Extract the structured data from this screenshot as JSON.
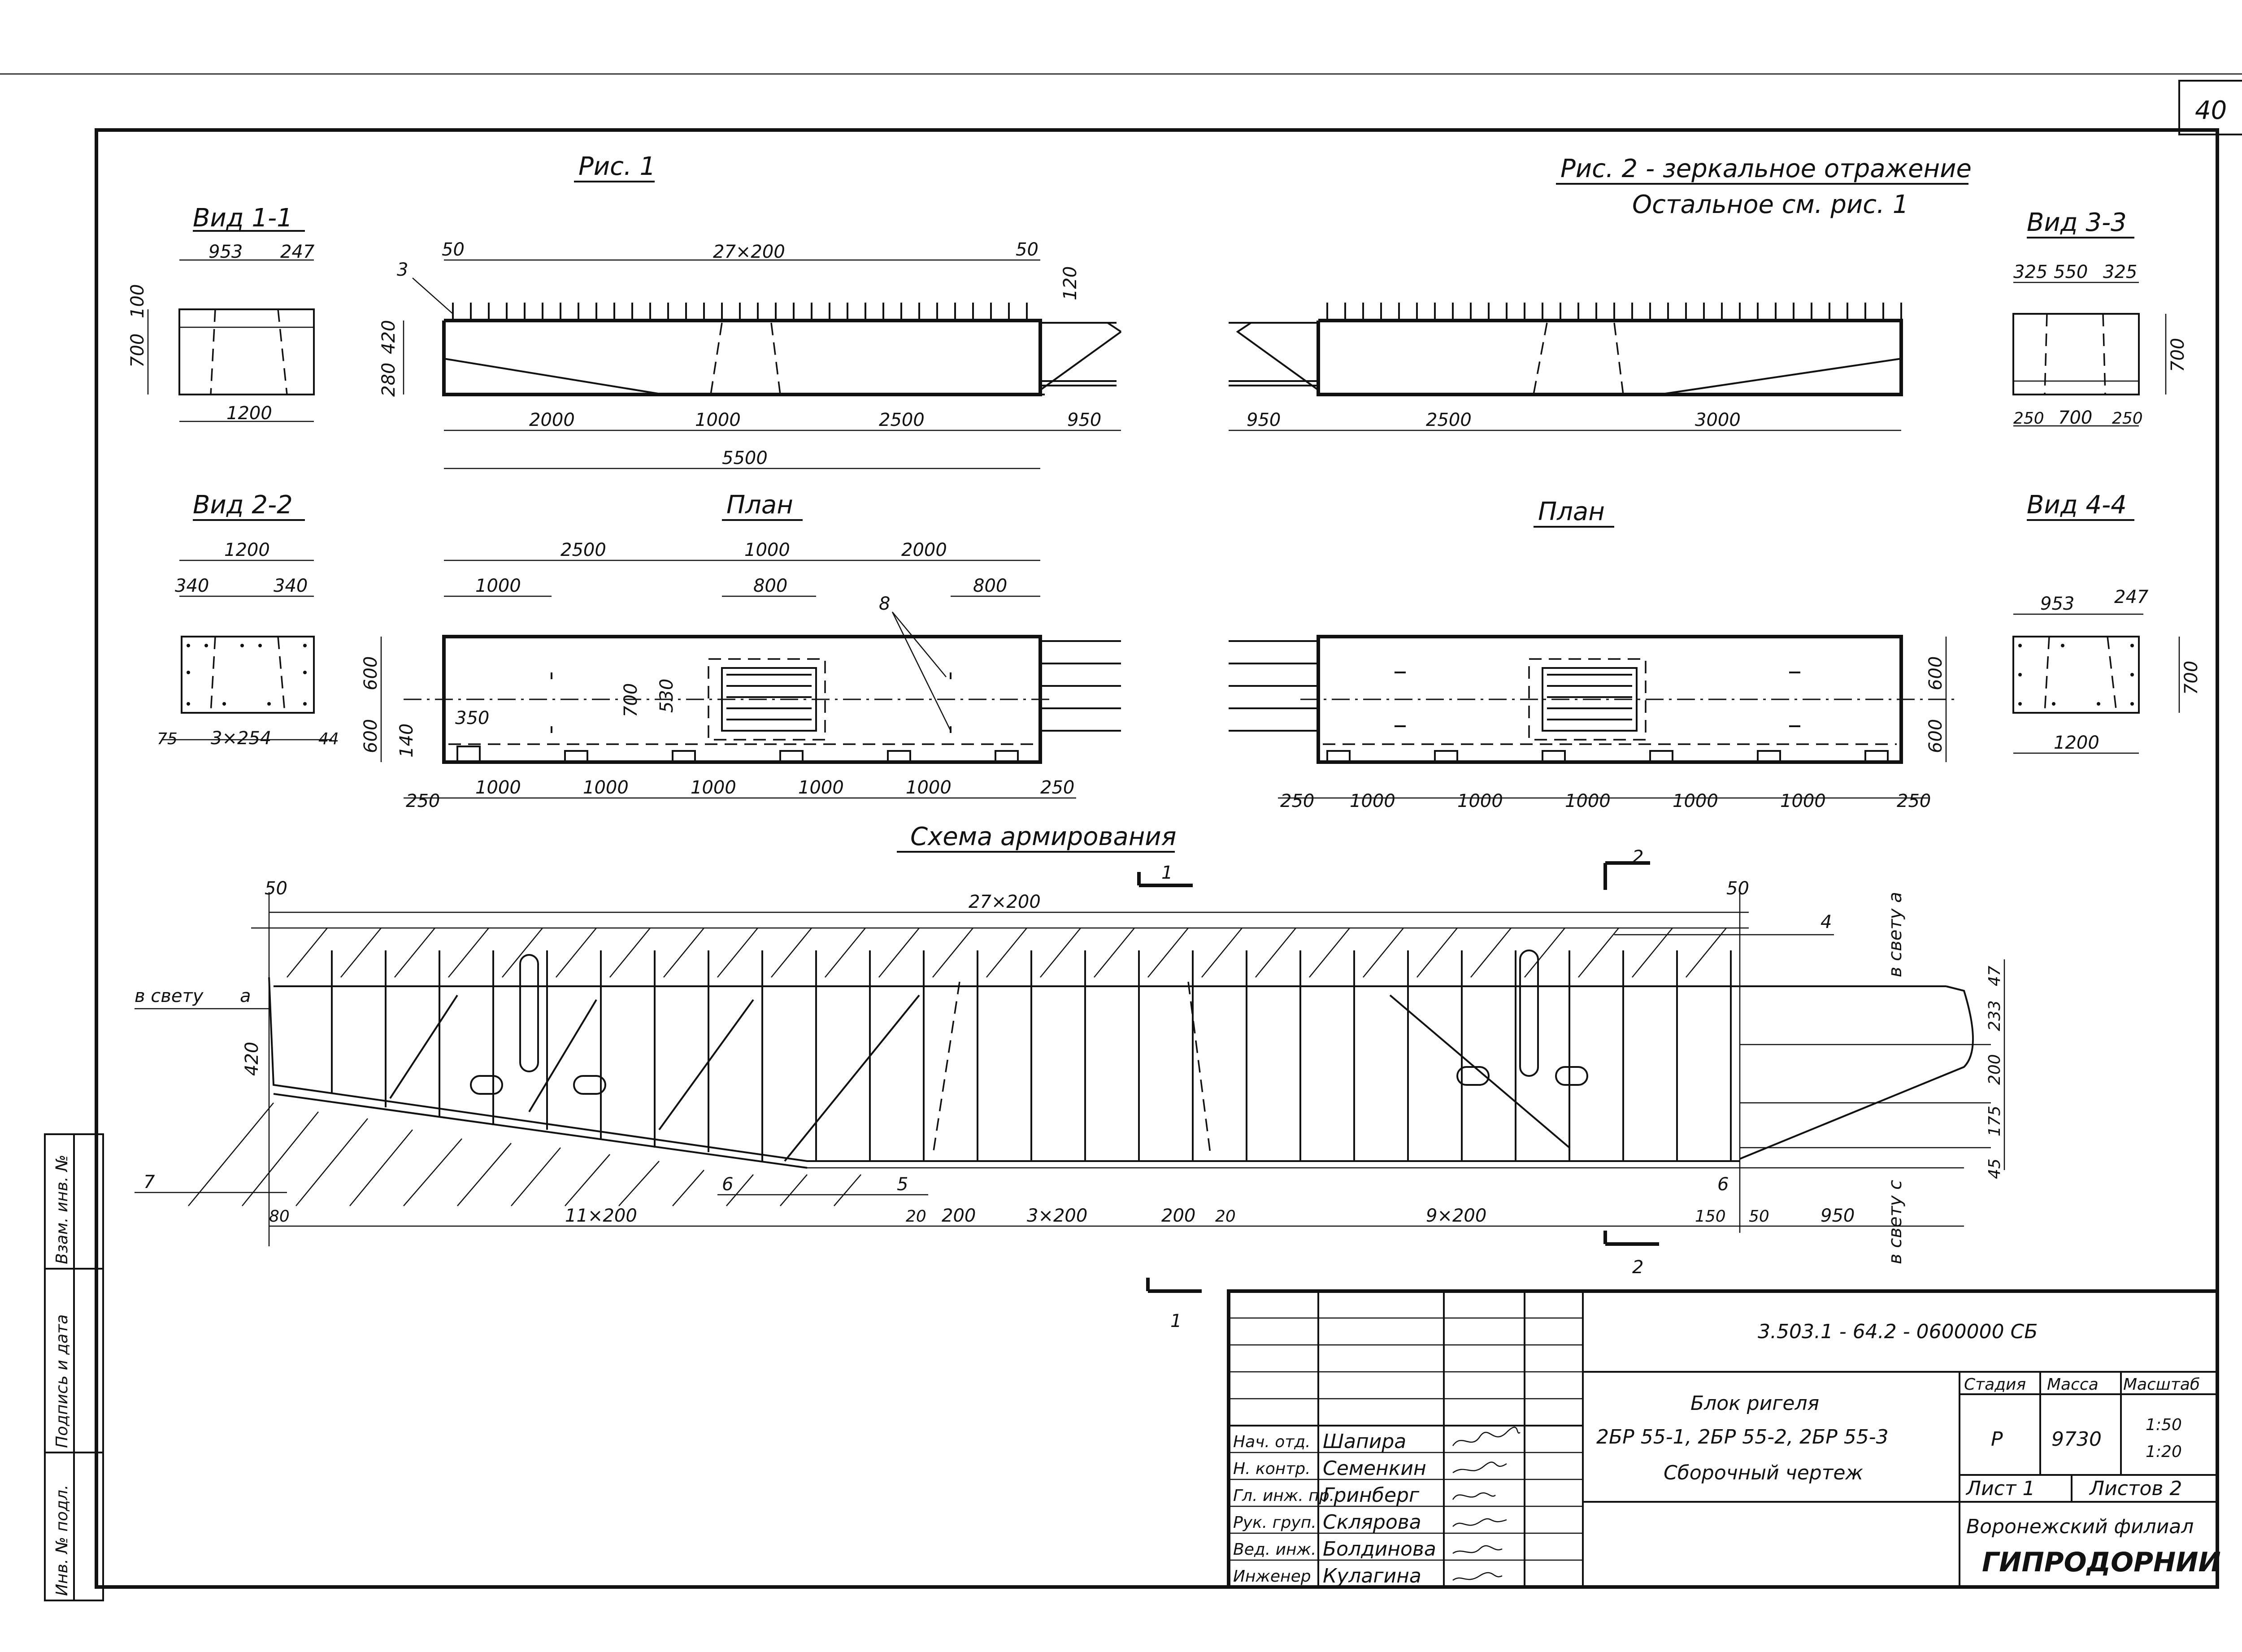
{
  "sheet": {
    "page_number": "40"
  },
  "fig1": {
    "title": "Рис. 1",
    "dims": {
      "d50_left": "50",
      "spacing": "27×200",
      "d50_right": "50",
      "d120": "120",
      "d420": "420",
      "d280": "280",
      "d2000": "2000",
      "d1000": "1000",
      "d2500": "2500",
      "d950": "950",
      "d5500": "5500"
    },
    "callout_3": "3"
  },
  "fig2": {
    "title": "Рис. 2 - зеркальное отражение",
    "subtitle": "Остальное см. рис. 1",
    "dims": {
      "d950": "950",
      "d2500": "2500",
      "d3000": "3000"
    }
  },
  "view11": {
    "title": "Вид 1-1",
    "d953": "953",
    "d247": "247",
    "d100": "100",
    "d700": "700",
    "d1200": "1200"
  },
  "view22": {
    "title": "Вид 2-2",
    "d1200": "1200",
    "d340a": "340",
    "d340b": "340",
    "d75": "75",
    "d3x254": "3×254",
    "d44": "44"
  },
  "view33": {
    "title": "Вид 3-3",
    "d325a": "325",
    "d550": "550",
    "d325b": "325",
    "d700": "700",
    "d250a": "250",
    "d700b": "700",
    "d250b": "250"
  },
  "view44": {
    "title": "Вид 4-4",
    "d953": "953",
    "d247": "247",
    "d700": "700",
    "d1200": "1200"
  },
  "plan1": {
    "title": "План",
    "top": {
      "d2500": "2500",
      "d1000": "1000",
      "d2000": "2000",
      "d1000b": "1000",
      "d800a": "800",
      "d800b": "800"
    },
    "left": {
      "d600a": "600",
      "d600b": "600",
      "d700": "700",
      "d530": "530",
      "d350": "350",
      "d140": "140"
    },
    "callout_8": "8",
    "bottom": [
      "250",
      "1000",
      "1000",
      "1000",
      "1000",
      "1000",
      "250"
    ]
  },
  "plan2": {
    "title": "План",
    "right": {
      "d600a": "600",
      "d600b": "600"
    },
    "bottom": [
      "250",
      "1000",
      "1000",
      "1000",
      "1000",
      "1000",
      "250"
    ]
  },
  "rebar": {
    "title": "Схема армирования",
    "top": {
      "d50a": "50",
      "spacing": "27×200",
      "d50b": "50"
    },
    "labels": {
      "clear_a_left": "в свету",
      "a": "а",
      "d420": "420",
      "clear_a_right": "в свету а",
      "clear_c": "в свету с"
    },
    "right_dims": [
      "47",
      "233",
      "200",
      "175",
      "45"
    ],
    "bottom": [
      "80",
      "11×200",
      "20",
      "200",
      "3×200",
      "200",
      "20",
      "9×200",
      "150",
      "50",
      "950"
    ],
    "callouts": {
      "c1": "1",
      "c2": "2",
      "c4": "4",
      "c5": "5",
      "c6a": "6",
      "c6b": "6",
      "c7": "7"
    },
    "sections": {
      "s1_top": "1",
      "s1_bottom": "1",
      "s2_top": "2",
      "s2_bottom": "2"
    }
  },
  "stamp": {
    "doc_code": "3.503.1 - 64.2 - 0600000 СБ",
    "name_line1": "Блок ригеля",
    "name_line2": "2БР 55-1, 2БР 55-2, 2БР 55-3",
    "name_line3": "Сборочный чертеж",
    "hdr_stage": "Стадия",
    "hdr_mass": "Масса",
    "hdr_scale": "Масштаб",
    "stage": "Р",
    "mass": "9730",
    "scale1": "1:50",
    "scale2": "1:20",
    "sheet_label": "Лист 1",
    "sheets_label": "Листов 2",
    "org1": "Воронежский филиал",
    "org2": "ГИПРОДОРНИИ",
    "roles": [
      {
        "role": "Нач. отд.",
        "name": "Шапира"
      },
      {
        "role": "Н. контр.",
        "name": "Семенкин"
      },
      {
        "role": "Гл. инж. пр.",
        "name": "Гринберг"
      },
      {
        "role": "Рук. груп.",
        "name": "Склярова"
      },
      {
        "role": "Вед. инж.",
        "name": "Болдинова"
      },
      {
        "role": "Инженер",
        "name": "Кулагина"
      }
    ]
  },
  "side_strip": {
    "inv_orig": "Инв. № подл.",
    "sign_date": "Подпись и дата",
    "inv_repl": "Взам. инв. №"
  }
}
